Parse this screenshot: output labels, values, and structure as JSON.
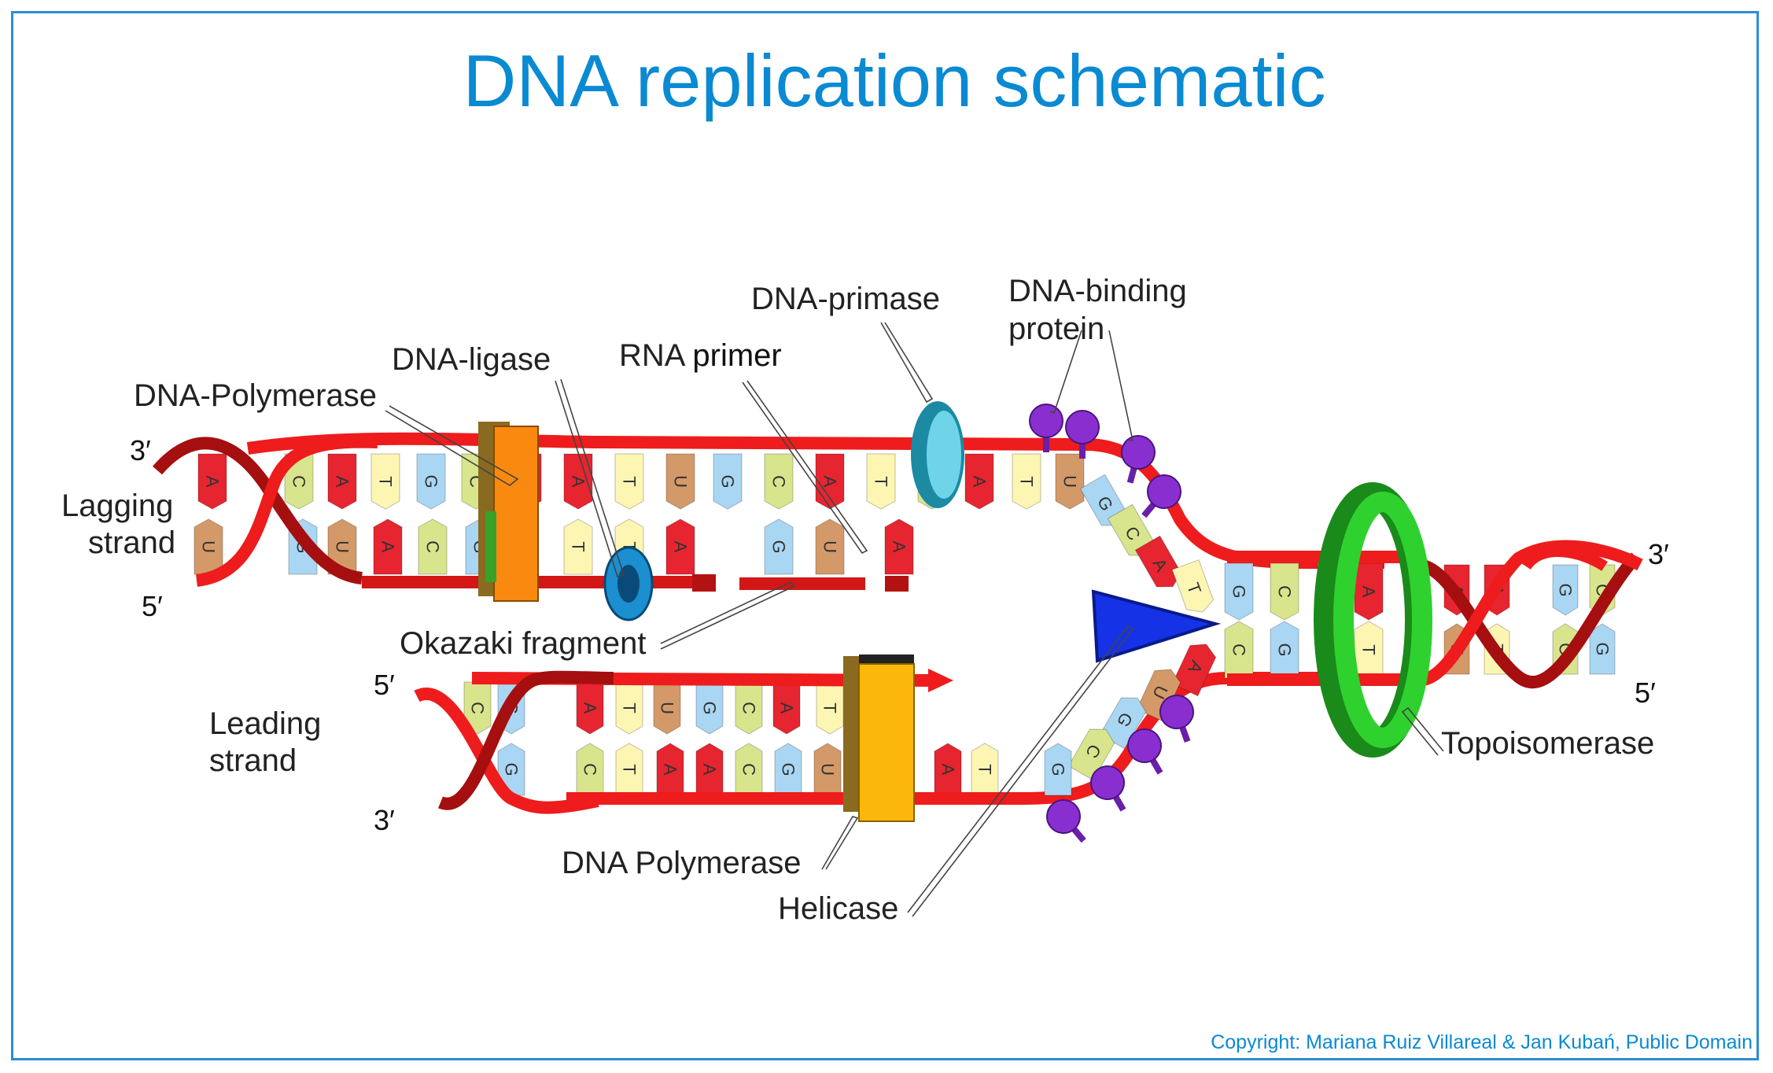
{
  "title": "DNA replication schematic",
  "copyright": "Copyright: Mariana Ruiz Villareal & Jan Kubań, Public Domain",
  "colors": {
    "title": "#0a8ad2",
    "frame": "#2a8fd4",
    "backbone": "#ee1c1c",
    "backbone_dark": "#a50f0f",
    "base_A": "#e62530",
    "base_T": "#fdf6b3",
    "base_G": "#a9d6f3",
    "base_C": "#d9e58d",
    "base_U": "#d49968",
    "helicase": "#1532e6",
    "topoisomerase": "#2fd12f",
    "primase": "#29a9c4",
    "polymerase": "#f9890f",
    "polymerase_leading": "#fbb80a",
    "binding_protein": "#8a2fcf",
    "ligase": "#1b8fcf"
  },
  "labels": {
    "dna_polymerase_lagging": "DNA-Polymerase",
    "dna_ligase": "DNA-ligase",
    "rna_primer_1": "RNA",
    "rna_primer_2": "primer",
    "dna_primase": "DNA-primase",
    "binding_protein_1": "DNA-binding",
    "binding_protein_2": "protein",
    "lagging_1": "Lagging",
    "lagging_2": "strand",
    "leading_1": "Leading",
    "leading_2": "strand",
    "okazaki": "Okazaki fragment",
    "dna_polymerase_leading": "DNA Polymerase",
    "helicase": "Helicase",
    "topoisomerase": "Topoisomerase"
  },
  "ends": {
    "lagging_top": "3′",
    "lagging_bottom": "5′",
    "leading_top": "5′",
    "leading_bottom": "3′",
    "right_top": "3′",
    "right_bottom": "5′"
  },
  "bases": {
    "lagging_top": [
      "A",
      "C",
      "A",
      "T",
      "G",
      "C",
      "A",
      "A",
      "T",
      "U",
      "G",
      "C",
      "A",
      "T",
      "C",
      "A",
      "T",
      "U"
    ],
    "lagging_bottom": [
      "U",
      "G",
      "U",
      "A",
      "C",
      "G",
      "T",
      "T",
      "A",
      "G",
      "U",
      "A"
    ],
    "fork_top": [
      "G",
      "C",
      "A",
      "T"
    ],
    "right_top": [
      "G",
      "C",
      "U",
      "A"
    ],
    "right_bottom": [
      "C",
      "G",
      "A",
      "T"
    ],
    "right_helix_top": [
      "A",
      "A",
      "G",
      "C"
    ],
    "right_helix_bottom": [
      "U",
      "T",
      "C",
      "G"
    ],
    "leading_top": [
      "C",
      "G",
      "A",
      "T",
      "U",
      "G",
      "C",
      "A",
      "T"
    ],
    "leading_bottom": [
      "G",
      "C",
      "T",
      "A",
      "A",
      "C",
      "G",
      "U",
      "A",
      "A",
      "T",
      "G"
    ],
    "fork_bottom": [
      "A",
      "U",
      "G",
      "C"
    ]
  }
}
